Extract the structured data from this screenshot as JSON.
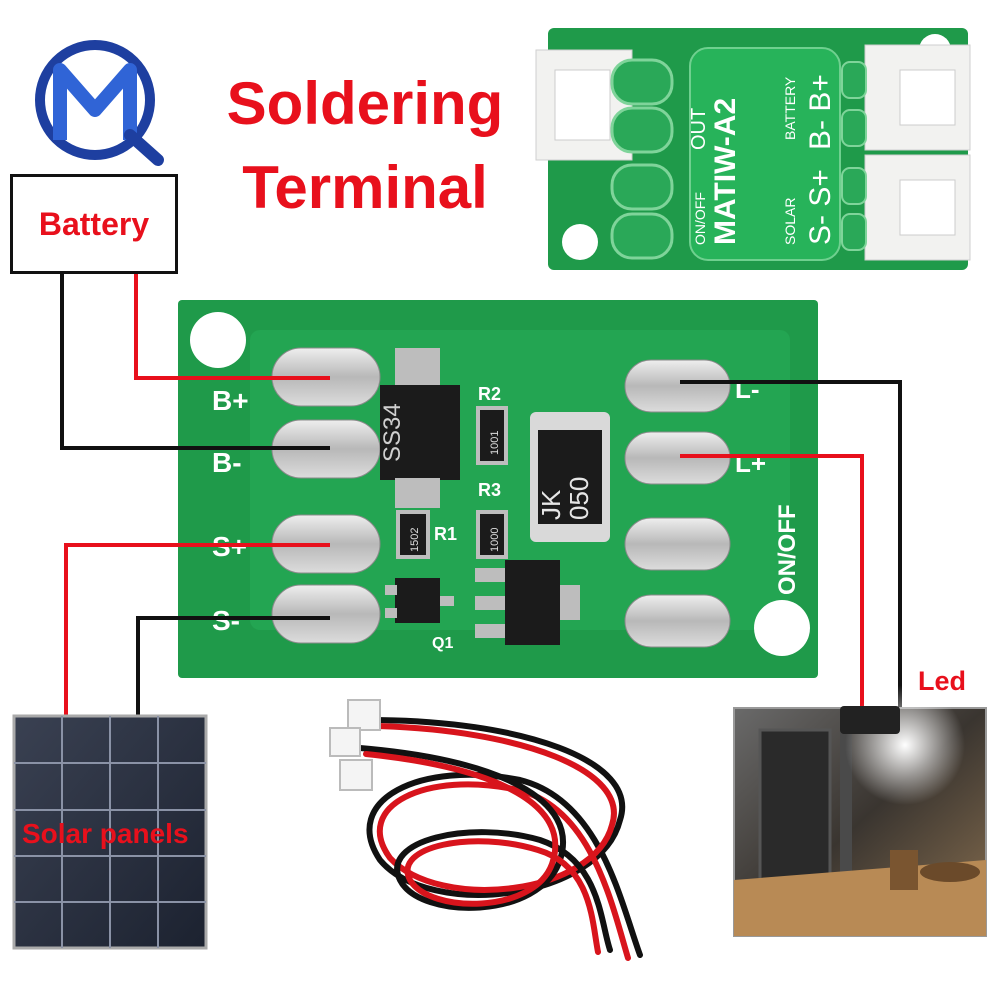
{
  "title": {
    "line1": "Soldering",
    "line2": "Terminal"
  },
  "labels": {
    "battery": "Battery",
    "led": "Led",
    "solar_panels": "Solar panels"
  },
  "main_board": {
    "pin_labels": [
      "B+",
      "B-",
      "S+",
      "S-"
    ],
    "right_pin_labels": [
      "L-",
      "L+"
    ],
    "switch_label": "ON/OFF",
    "components": {
      "diode": "SS34",
      "inductor_line1": "JK",
      "inductor_line2": "050",
      "r1_marking": "1502",
      "r2_marking": "1001",
      "r3_marking": "1000",
      "r1_label": "R1",
      "r2_label": "R2",
      "r3_label": "R3",
      "q1_label": "Q1"
    }
  },
  "top_board": {
    "model": "MATIW-A2",
    "battery_label": "BATTERY",
    "solar_label": "SOLAR",
    "pins_b": "B- B+",
    "pins_s": "S- S+",
    "out_label": "OUT",
    "onoff_label": "ON/OFF"
  },
  "colors": {
    "pcb_green": "#1f9a4a",
    "pcb_light": "#27b35a",
    "accent_red": "#e8101c",
    "wire_black": "#111111"
  }
}
